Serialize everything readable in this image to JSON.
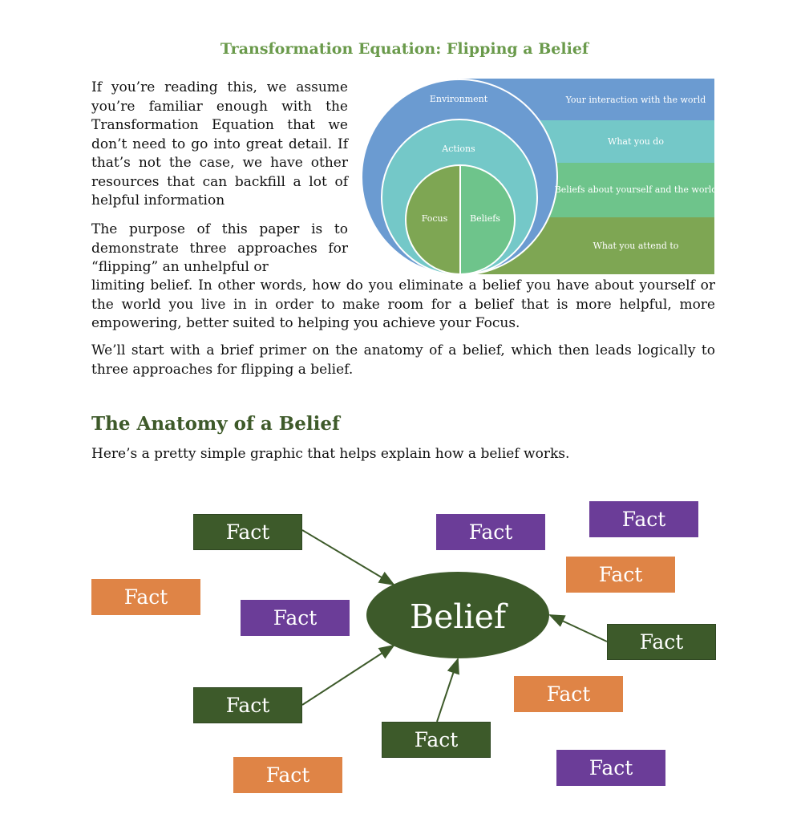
{
  "title": "Transformation Equation: Flipping a Belief",
  "intro": {
    "para1": "If you’re reading this, we assume you’re familiar enough with the Transformation Equation that we don’t need to go into great detail. If that’s not the case, we have other resources that can backfill a lot of helpful information",
    "para2_wrapped": "The purpose of this paper is to demonstrate three approaches for “flipping” an unhelpful or",
    "para2_rest": "limiting belief. In other words, how do you eliminate a belief you have about yourself or the world you live in in order to make room for a belief that is more helpful, more empowering, better suited to helping you achieve your Focus.",
    "para3": "We’ll start with a brief primer on the anatomy of a belief, which then leads logically to three approaches for flipping a belief."
  },
  "nested_diagram": {
    "rings": [
      "Environment",
      "Actions",
      "Focus",
      "Beliefs"
    ],
    "boxes": [
      {
        "label": "Your interaction with the world",
        "color": "#6b9bd1"
      },
      {
        "label": "What you do",
        "color": "#74c8c8"
      },
      {
        "label": "Beliefs about yourself and the world",
        "color": "#6ec48b"
      },
      {
        "label": "What you attend to",
        "color": "#7ea653"
      }
    ]
  },
  "section": {
    "heading": "The Anatomy of a Belief",
    "lead": "Here’s a pretty simple graphic that helps explain how a belief works."
  },
  "belief_graphic": {
    "center": "Belief",
    "fact_label": "Fact",
    "colors": {
      "green": "#3d5a2a",
      "purple": "#6b3d98",
      "orange": "#df8446"
    }
  }
}
